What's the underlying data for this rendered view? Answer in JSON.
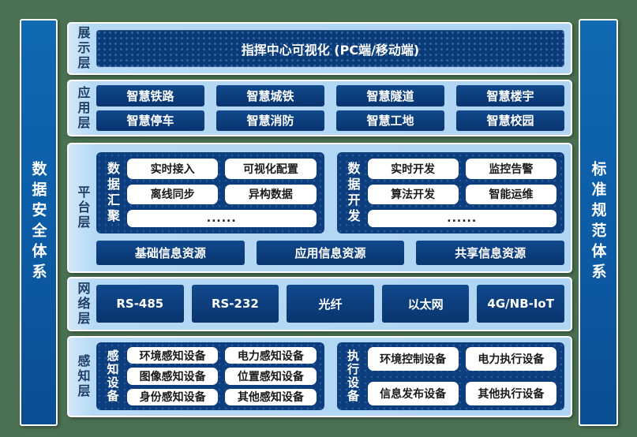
{
  "colors": {
    "background_green": "#4c7152",
    "panel_light_blue": "#b4d8f4",
    "navy_box": "#0c3e7e",
    "sidebar_blue": "#0d5ea8",
    "chip_white": "#ffffff",
    "label_navy": "#1d3f66"
  },
  "sidebar_left": {
    "text": "数据安全体系"
  },
  "sidebar_right": {
    "text": "标准规范体系"
  },
  "display_layer": {
    "label": "展示层",
    "box": "指挥中心可视化 (PC端/移动端)"
  },
  "app_layer": {
    "label": "应用层",
    "items": [
      "智慧铁路",
      "智慧城铁",
      "智慧隧道",
      "智慧楼宇",
      "智慧停车",
      "智慧消防",
      "智慧工地",
      "智慧校园"
    ]
  },
  "platform_layer": {
    "label": "平台层",
    "groups": [
      {
        "title": "数据汇聚",
        "chips": [
          "实时接入",
          "可视化配置",
          "离线同步",
          "异构数据"
        ],
        "more": "......"
      },
      {
        "title": "数据开发",
        "chips": [
          "实时开发",
          "监控告警",
          "算法开发",
          "智能运维"
        ],
        "more": "......"
      }
    ],
    "resources": [
      "基础信息资源",
      "应用信息资源",
      "共享信息资源"
    ]
  },
  "network_layer": {
    "label": "网络层",
    "items": [
      "RS-485",
      "RS-232",
      "光纤",
      "以太网",
      "4G/NB-IoT"
    ]
  },
  "perception_layer": {
    "label": "感知层",
    "groups": [
      {
        "title": "感知设备",
        "chips": [
          "环境感知设备",
          "电力感知设备",
          "图像感知设备",
          "位置感知设备",
          "身份感知设备",
          "其他感知设备"
        ]
      },
      {
        "title": "执行设备",
        "chips": [
          "环境控制设备",
          "电力执行设备",
          "信息发布设备",
          "其他执行设备"
        ]
      }
    ]
  }
}
